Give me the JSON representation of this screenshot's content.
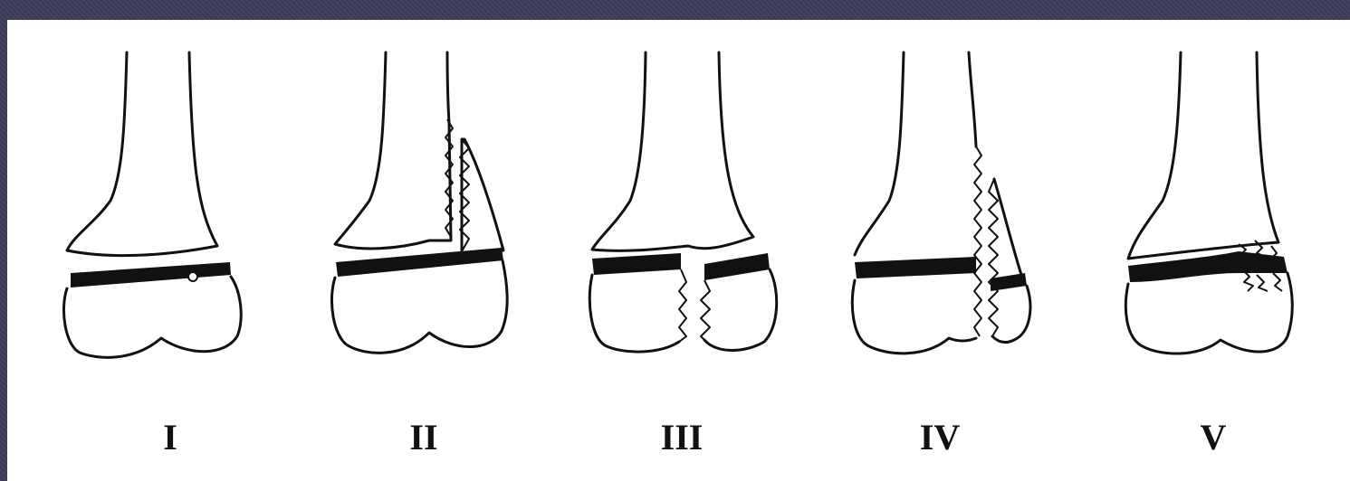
{
  "figure": {
    "background_color": "#3f3f5c",
    "panel_color": "#ffffff",
    "ink_color": "#111111",
    "fracture_types": [
      {
        "label": "I"
      },
      {
        "label": "II"
      },
      {
        "label": "III"
      },
      {
        "label": "IV"
      },
      {
        "label": "V"
      }
    ]
  }
}
